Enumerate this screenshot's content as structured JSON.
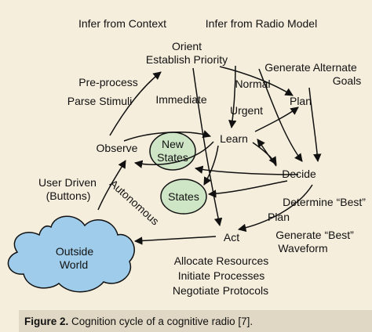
{
  "diagram": {
    "labels": {
      "infer_context": "Infer from Context",
      "infer_radio": "Infer from Radio Model",
      "orient": "Orient",
      "establish_priority": "Establish Priority",
      "generate_alternate": "Generate Alternate",
      "goals": "Goals",
      "preprocess": "Pre-process",
      "parse_stimuli": "Parse Stimuli",
      "immediate": "Immediate",
      "normal": "Normal",
      "plan": "Plan",
      "urgent": "Urgent",
      "observe": "Observe",
      "new": "New",
      "states_new": "States",
      "learn": "Learn",
      "decide": "Decide",
      "user_driven": "User Driven",
      "buttons": "(Buttons)",
      "autonomous": "Autonomous",
      "states": "States",
      "determine_best": "Determine “Best”",
      "plan_best": "Plan",
      "outside": "Outside",
      "world": "World",
      "act": "Act",
      "generate_best": "Generate “Best”",
      "waveform": "Waveform",
      "allocate": "Allocate Resources",
      "initiate": "Initiate Processes",
      "negotiate": "Negotiate Protocols"
    },
    "colors": {
      "background": "#f6eedd",
      "caption_bg": "#e0d8c4",
      "state_fill": "#cfe6c6",
      "cloud_fill": "#9fccea"
    }
  },
  "caption": {
    "figure": "Figure 2.",
    "text": " Cognition cycle of a cognitive radio [7]."
  }
}
